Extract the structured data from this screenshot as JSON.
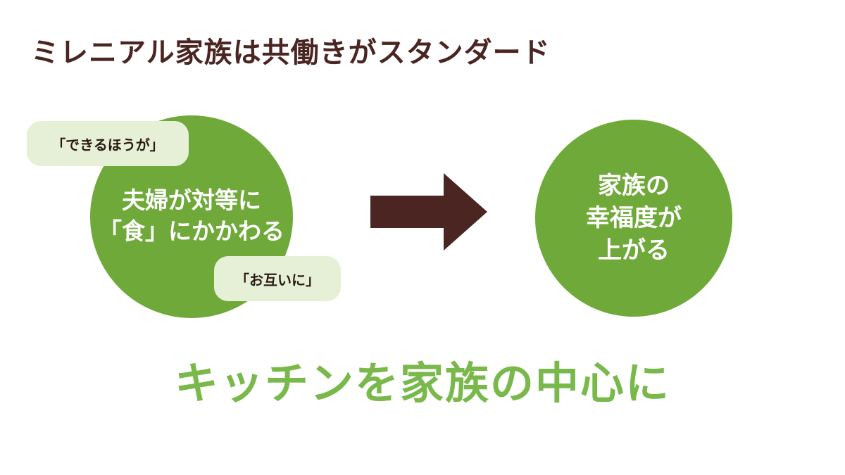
{
  "title": "ミレニアル家族は共働きがスタンダード",
  "left_circle": {
    "text": "夫婦が対等に\n「食」にかかわる"
  },
  "bubbles": {
    "top": "「できるほうが」",
    "bottom": "「お互いに」"
  },
  "right_circle": {
    "text": "家族の\n幸福度が\n上がる"
  },
  "conclusion": "キッチンを家族の中心に",
  "colors": {
    "title": "#4b2522",
    "circle": "#6fa93a",
    "bubble": "#e6f0d6",
    "arrow": "#4b2522",
    "conclusion": "#79b84a"
  }
}
